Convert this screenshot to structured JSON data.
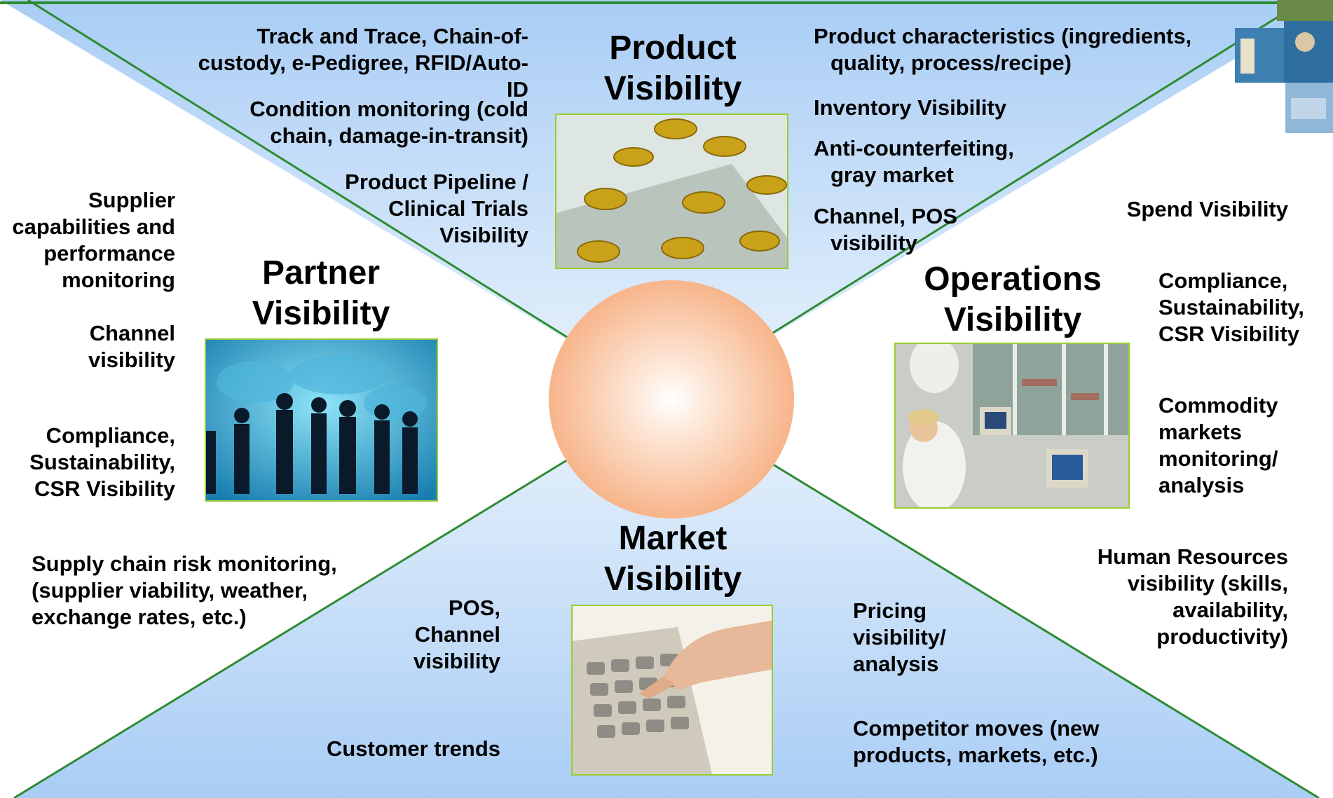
{
  "diagram": {
    "colors": {
      "quadrant_light": "#eaf3fc",
      "quadrant_blue": "#a9cdf5",
      "frame_line": "#2e8b32",
      "center_circle": "#f7b48a",
      "photo_border": "#9acd32"
    },
    "product": {
      "title": "Product\nVisibility",
      "left_items": [
        "Track and Trace, Chain-of-custody, e-Pedigree, RFID/Auto-ID",
        "Condition monitoring (cold chain, damage-in-transit)",
        "Product Pipeline /\nClinical Trials\nVisibility"
      ],
      "right_items": [
        "Product characteristics (ingredients, quality, process/recipe)",
        "Inventory Visibility",
        "Anti-counterfeiting, gray market",
        "Channel, POS visibility"
      ],
      "image_icon": "capsule-blister-pack-icon"
    },
    "partner": {
      "title": "Partner\nVisibility",
      "items": [
        "Supplier\ncapabilities and\nperformance\nmonitoring",
        "Channel\nvisibility",
        "Compliance,\nSustainability,\nCSR Visibility"
      ],
      "image_icon": "world-map-handshake-icon"
    },
    "operations": {
      "title": "Operations\nVisibility",
      "items": [
        "Spend Visibility",
        "Compliance,\nSustainability,\nCSR Visibility",
        "Commodity\nmarkets\nmonitoring/\nanalysis",
        "Human Resources\nvisibility (skills,\navailability,\nproductivity)"
      ],
      "image_icon": "control-room-workers-icon"
    },
    "market": {
      "title": "Market\nVisibility",
      "left_items": [
        "Supply chain risk monitoring,\n(supplier viability, weather,\nexchange rates, etc.)",
        "POS,\nChannel\nvisibility",
        "Customer trends"
      ],
      "right_items": [
        "Pricing\nvisibility/\nanalysis",
        "Competitor moves (new\nproducts, markets, etc.)"
      ],
      "image_icon": "cash-register-keypad-icon"
    },
    "corner_image_icon": "corner-photo-collage-icon"
  }
}
